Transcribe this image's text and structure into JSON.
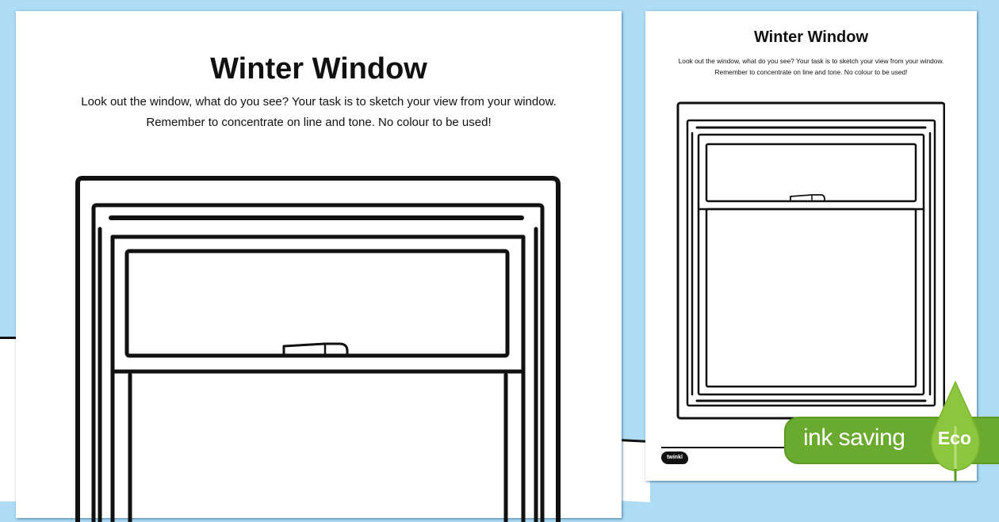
{
  "background": {
    "sky_color": "#aedcf5",
    "snow_color": "#ffffff"
  },
  "large_page": {
    "title": "Winter Window",
    "instructions": [
      "Look out the window, what do you see? Your task is to sketch your view from your window.",
      "Remember to concentrate on line and tone. No colour to be used!"
    ]
  },
  "small_page": {
    "title": "Winter Window",
    "instructions": [
      "Look out the window, what do you see? Your task is to sketch your view from your window.",
      "Remember to concentrate on line and tone. No colour to be used!"
    ],
    "footer_logo": "twinkl"
  },
  "eco_badge": {
    "text": "ink saving",
    "label": "Eco",
    "banner_color": "#6aaa2e",
    "leaf_color": "#8cc63f"
  }
}
